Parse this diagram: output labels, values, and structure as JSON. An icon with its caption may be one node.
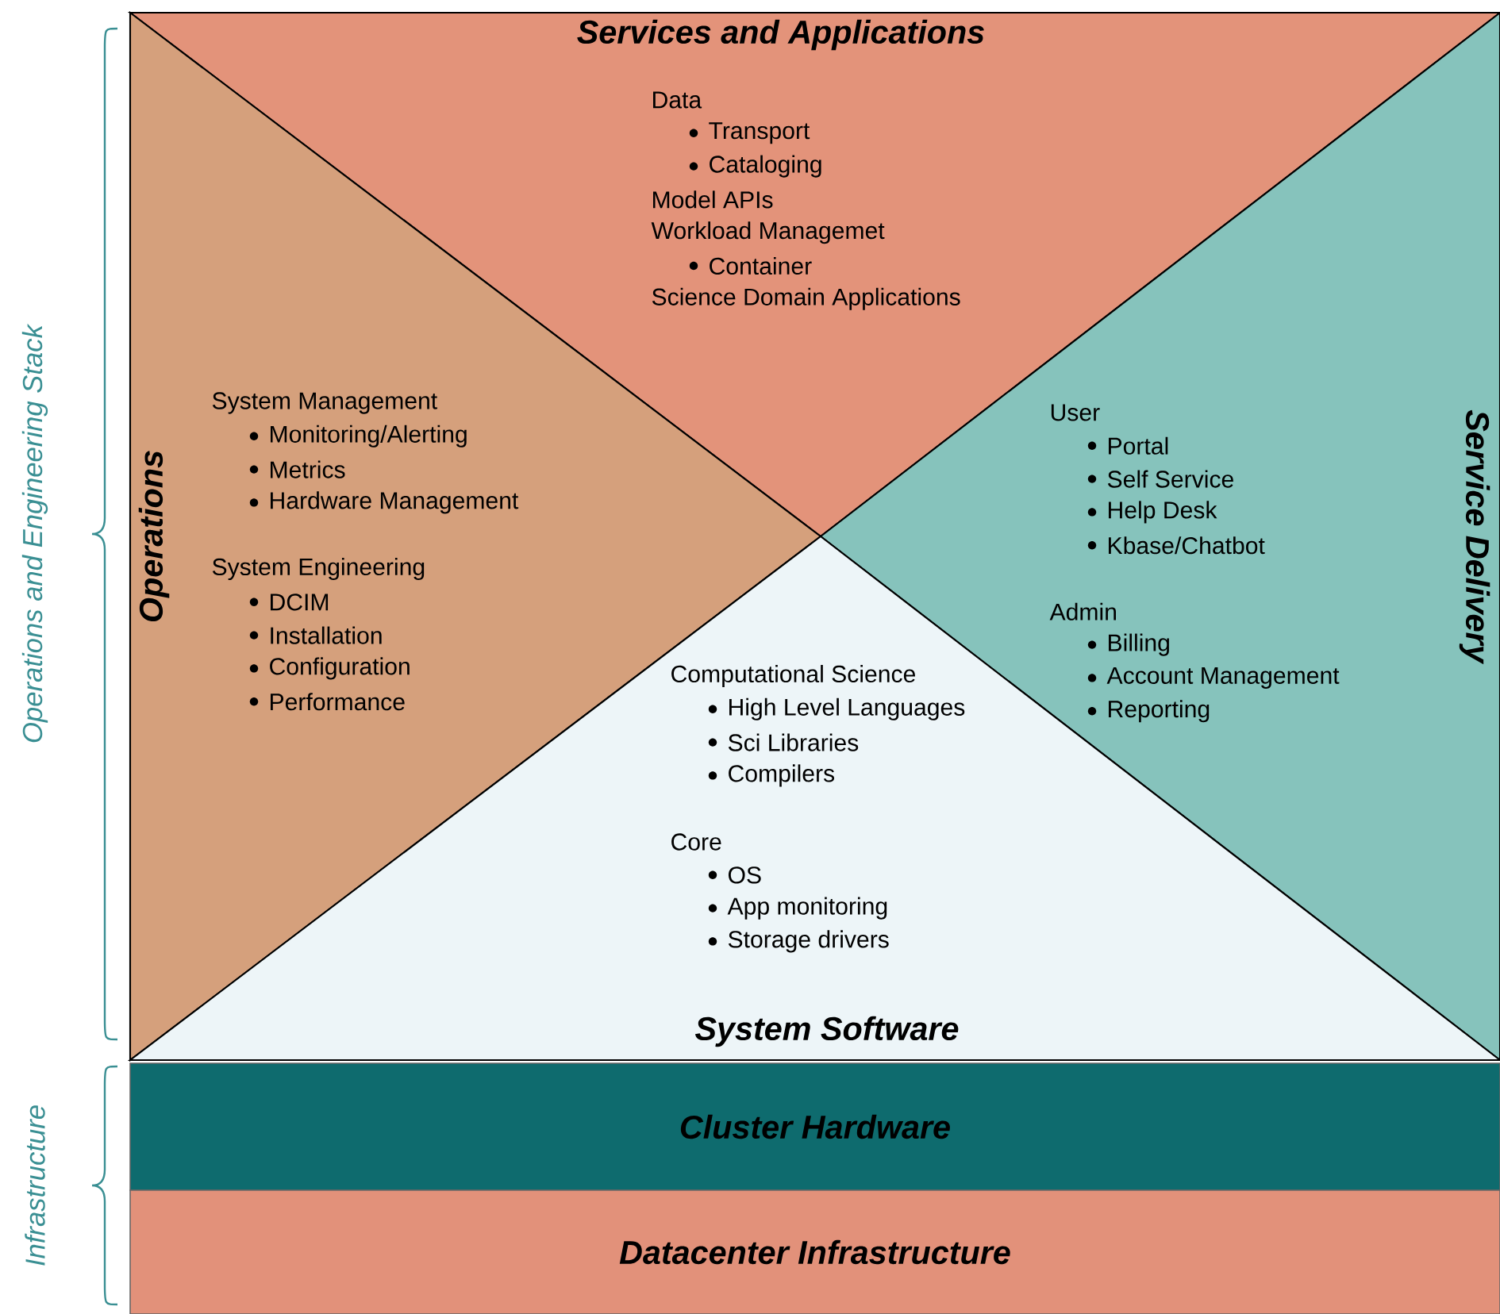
{
  "diagram": {
    "nodes": [
      {
        "text": [
          "Services and Applications",
          "Data",
          "Transport",
          "Cataloging",
          "Model APIs",
          "Workload Managemet",
          "Container",
          "Science Domain Applications"
        ]
      },
      {
        "text": [
          "Operations",
          "System Management",
          "Monitoring/Alerting",
          "Metrics",
          "Hardware Management",
          "System Engineering",
          "DCIM",
          "Installation",
          "Configuration",
          "Performance"
        ]
      },
      {
        "text": [
          "Service Delivery",
          "User",
          "Portal",
          "Self Service",
          "Help Desk",
          "Kbase/Chatbot",
          "Admin",
          "Billing",
          "Account Management",
          "Reporting"
        ]
      },
      {
        "text": [
          "System Software",
          "Computational Science",
          "High Level Languages",
          "Sci Libraries",
          "Compilers",
          "Core",
          "OS",
          "App monitoring",
          "Storage drivers"
        ]
      },
      {
        "text": [
          "Cluster Hardware"
        ]
      },
      {
        "text": [
          "Datacenter Infrastructure"
        ]
      }
    ],
    "labels": [
      "Operations and Engineering Stack",
      "Infrastructure"
    ]
  }
}
